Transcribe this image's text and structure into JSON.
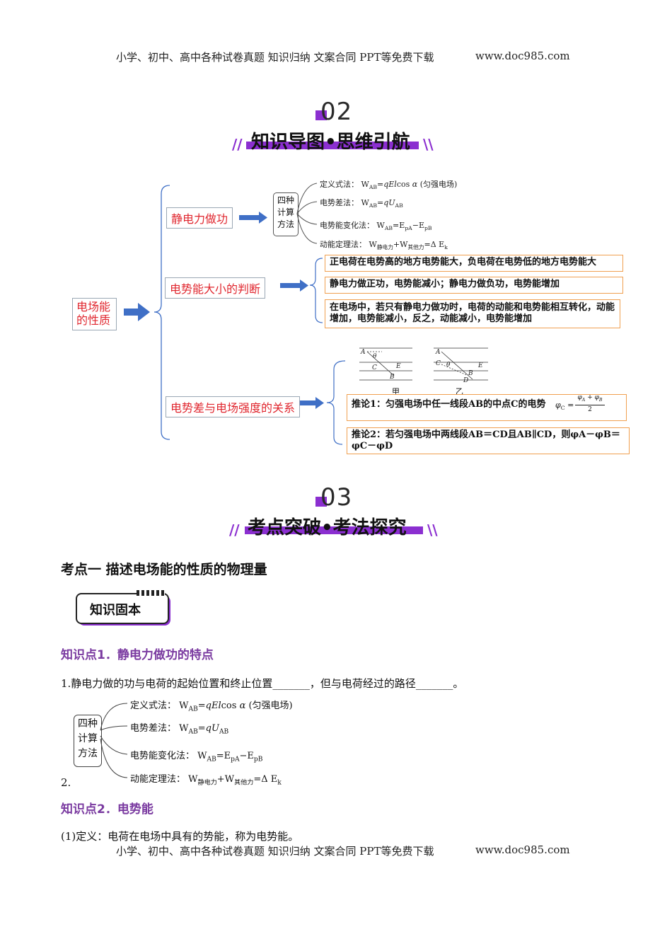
{
  "header": {
    "left": "小学、初中、高中各种试卷真题  知识归纳  文案合同  PPT等免费下载",
    "right": "www.doc985.com"
  },
  "footer": {
    "left": "小学、初中、高中各种试卷真题  知识归纳  文案合同  PPT等免费下载",
    "right": "www.doc985.com"
  },
  "section02": {
    "number": "02",
    "title": "知识导图•思维引航"
  },
  "section03": {
    "number": "03",
    "title": "考点突破•考法探究"
  },
  "mindmap": {
    "root": "电场能的性质",
    "branch1": "静电力做功",
    "branch2": "电势能大小的判断",
    "branch3": "电势差与电场强度的关系",
    "method_box": "四种计算方法",
    "methods": [
      {
        "label": "定义式法：",
        "formula": "W<sub>AB</sub>=<i>qEl</i>cos α (匀强电场)"
      },
      {
        "label": "电势差法：",
        "formula": "W<sub>AB</sub>=<i>qU</i><sub>AB</sub>"
      },
      {
        "label": "电势能变化法：",
        "formula": "W<sub>AB</sub>=E<sub>pA</sub>−E<sub>pB</sub>"
      },
      {
        "label": "动能定理法：",
        "formula": "W<sub>静电力</sub>+W<sub>其他力</sub>=Δ E<sub>k</sub>"
      }
    ],
    "judgments": [
      "正电荷在电势高的地方电势能大，负电荷在电势低的地方电势能大",
      "静电力做正功，电势能减小；静电力做负功，电势能增加",
      "在电场中，若只有静电力做功时，电荷的动能和电势能相互转化，动能增加，电势能减小，反之，动能减小，电势能增加"
    ],
    "fig_labels": {
      "a": "甲",
      "b": "乙"
    },
    "corollary1": "推论1：匀强电场中任一线段AB的中点C的电势",
    "corollary2": "推论2：若匀强电场中两线段AB＝CD且AB∥CD，则φA－φB＝φC－φD"
  },
  "exam_point": "考点一  描述电场能的性质的物理量",
  "badge": "知识固本",
  "kp1": {
    "title": "知识点1．静电力做功的特点",
    "item1": "1.静电力做的功与电荷的起始位置和终止位置_______，但与电荷经过的路径_______。",
    "item2": "2."
  },
  "kp2": {
    "title": "知识点2．电势能",
    "def": "(1)定义：电荷在电场中具有的势能，称为电势能。"
  },
  "colors": {
    "accent": "#8b2fd0",
    "arrow": "#3f6fc6",
    "red": "#e0262e",
    "orange": "#f0a050",
    "purple_text": "#7a3aa0"
  }
}
